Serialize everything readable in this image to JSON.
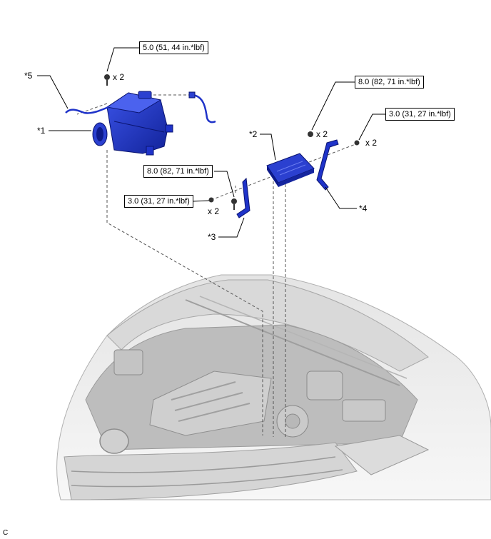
{
  "torque_specs": {
    "air_cleaner_bolt": "5.0 (51, 44 in.*lbf)",
    "bracket_right_upper": "8.0 (82, 71 in.*lbf)",
    "bracket_right_outer": "3.0 (31, 27 in.*lbf)",
    "bracket_left_upper": "8.0 (82, 71 in.*lbf)",
    "bracket_left_outer": "3.0 (31, 27 in.*lbf)"
  },
  "quantities": {
    "air_cleaner_bolt": "x 2",
    "bracket_right_upper": "x 2",
    "bracket_right_outer": "x 2",
    "bracket_left": "x 2"
  },
  "callouts": {
    "part1": "*1",
    "part2": "*2",
    "part3": "*3",
    "part4": "*4",
    "part5": "*5"
  },
  "corner_mark": "C",
  "colors": {
    "part_blue": "#1f33c9",
    "part_blue_dark": "#0d1a8a",
    "vehicle_gray": "#c8c8c8",
    "leader_line": "#000000"
  }
}
